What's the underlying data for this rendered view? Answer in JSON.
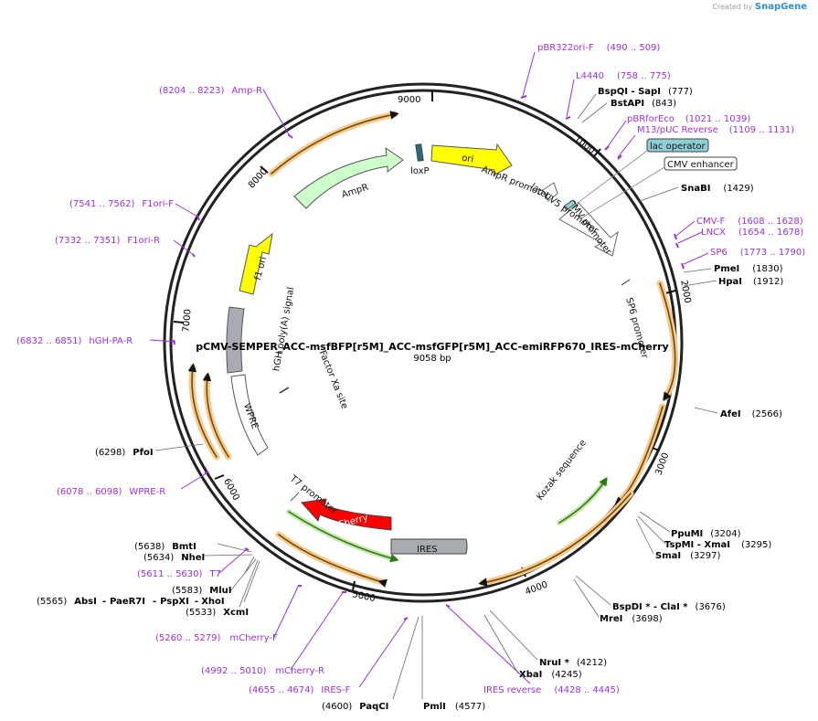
{
  "credit": {
    "created_by": "Created by",
    "brand": "SnapGene"
  },
  "plasmid": {
    "name": "pCMV-SEMPER_ACC-msfBFP[r5M]_ACC-msfGFP[r5M]_ACC-emiRFP670_IRES-mCherry",
    "size_label": "9058 bp"
  },
  "ticks": [
    "1000",
    "2000",
    "3000",
    "4000",
    "5000",
    "6000",
    "7000",
    "8000",
    "9000"
  ],
  "features": {
    "ori": "ori",
    "loxP": "loxP",
    "AmpR": "AmpR",
    "f1ori": "f1 ori",
    "AmpR_promoter": "AmpR promoter",
    "lacUV5": "lac UV5 promoter",
    "CMV_promoter": "CMV promoter",
    "SP6_promoter": "SP6 promoter",
    "hGH": "hGH poly(A) signal",
    "factorXa": "Factor Xa site",
    "WPRE": "WPRE",
    "T7_promoter": "T7 promoter",
    "mCherry": "mCherry",
    "IRES": "IRES",
    "Kozak": "Kozak sequence",
    "lac_operator": "lac operator",
    "CMV_enhancer": "CMV enhancer"
  },
  "labels": {
    "pBR322ori_F": {
      "name": "pBR322ori-F",
      "range": "(490 .. 509)"
    },
    "L4440": {
      "name": "L4440",
      "range": "(758 .. 775)"
    },
    "BspQI": {
      "name": "BspQI",
      "sep": " - ",
      "name2": "SapI",
      "pos": "(777)"
    },
    "BstAPI": {
      "name": "BstAPI",
      "pos": "(843)"
    },
    "pBRforEco": {
      "name": "pBRforEco",
      "range": "(1021 .. 1039)"
    },
    "M13": {
      "name": "M13/pUC Reverse",
      "range": "(1109 .. 1131)"
    },
    "SnaBI": {
      "name": "SnaBI",
      "pos": "(1429)"
    },
    "CMV_F": {
      "name": "CMV-F",
      "range": "(1608 .. 1628)"
    },
    "LNCX": {
      "name": "LNCX",
      "range": "(1654 .. 1678)"
    },
    "SP6": {
      "name": "SP6",
      "range": "(1773 .. 1790)"
    },
    "PmeI": {
      "name": "PmeI",
      "pos": "(1830)"
    },
    "HpaI": {
      "name": "HpaI",
      "pos": "(1912)"
    },
    "AfeI": {
      "name": "AfeI",
      "pos": "(2566)"
    },
    "PpuMI": {
      "name": "PpuMI",
      "pos": "(3204)"
    },
    "TspMI": {
      "name": "TspMI",
      "sep": " - ",
      "name2": "XmaI",
      "pos": "(3295)"
    },
    "SmaI": {
      "name": "SmaI",
      "pos": "(3297)"
    },
    "BspDI": {
      "name": "BspDI *",
      "sep": " - ",
      "name2": "ClaI *",
      "pos": "(3676)"
    },
    "MreI": {
      "name": "MreI",
      "pos": "(3698)"
    },
    "NruI": {
      "name": "NruI *",
      "pos": "(4212)"
    },
    "XbaI": {
      "name": "XbaI",
      "pos": "(4245)"
    },
    "IRES_rev": {
      "name": "IRES reverse",
      "range": "(4428 .. 4445)"
    },
    "PmlI": {
      "name": "PmlI",
      "pos": "(4577)"
    },
    "PaqCI": {
      "name": "PaqCI",
      "pos": "(4600)"
    },
    "IRES_F": {
      "name": "IRES-F",
      "range": "(4655 .. 4674)"
    },
    "mCherry_R": {
      "name": "mCherry-R",
      "range": "(4992 .. 5010)"
    },
    "mCherry_F": {
      "name": "mCherry-F",
      "range": "(5260 .. 5279)"
    },
    "AbsI": {
      "name": "AbsI",
      "n2": "PaeR7I",
      "n3": "PspXI",
      "n4": "XhoI",
      "pos": "(5565)"
    },
    "XcmI": {
      "name": "XcmI",
      "pos": "(5533)"
    },
    "MluI": {
      "name": "MluI",
      "pos": "(5583)"
    },
    "T7": {
      "name": "T7",
      "range": "(5611 .. 5630)"
    },
    "NheI": {
      "name": "NheI",
      "pos": "(5634)"
    },
    "BmtI": {
      "name": "BmtI",
      "pos": "(5638)"
    },
    "WPRE_R": {
      "name": "WPRE-R",
      "range": "(6078 .. 6098)"
    },
    "PfoI": {
      "name": "PfoI",
      "pos": "(6298)"
    },
    "hGH_PA_R": {
      "name": "hGH-PA-R",
      "range": "(6832 .. 6851)"
    },
    "F1ori_R": {
      "name": "F1ori-R",
      "range": "(7332 .. 7351)"
    },
    "F1ori_F": {
      "name": "F1ori-F",
      "range": "(7541 .. 7562)"
    },
    "Amp_R": {
      "name": "Amp-R",
      "range": "(8204 .. 8223)"
    }
  },
  "colors": {
    "primer": "#9b30d9",
    "orf_glow": "#f7c98b",
    "orf_line": "#6b4a0c",
    "green_line": "#3c8f1f",
    "ori": "#ffff00",
    "ampr": "#ccffcc",
    "mcherry": "#ff0000",
    "ires": "#a8acb0",
    "hgh": "#a8acb0",
    "lacop": "#8ecfd6",
    "loxp": "#2e6b7a"
  }
}
